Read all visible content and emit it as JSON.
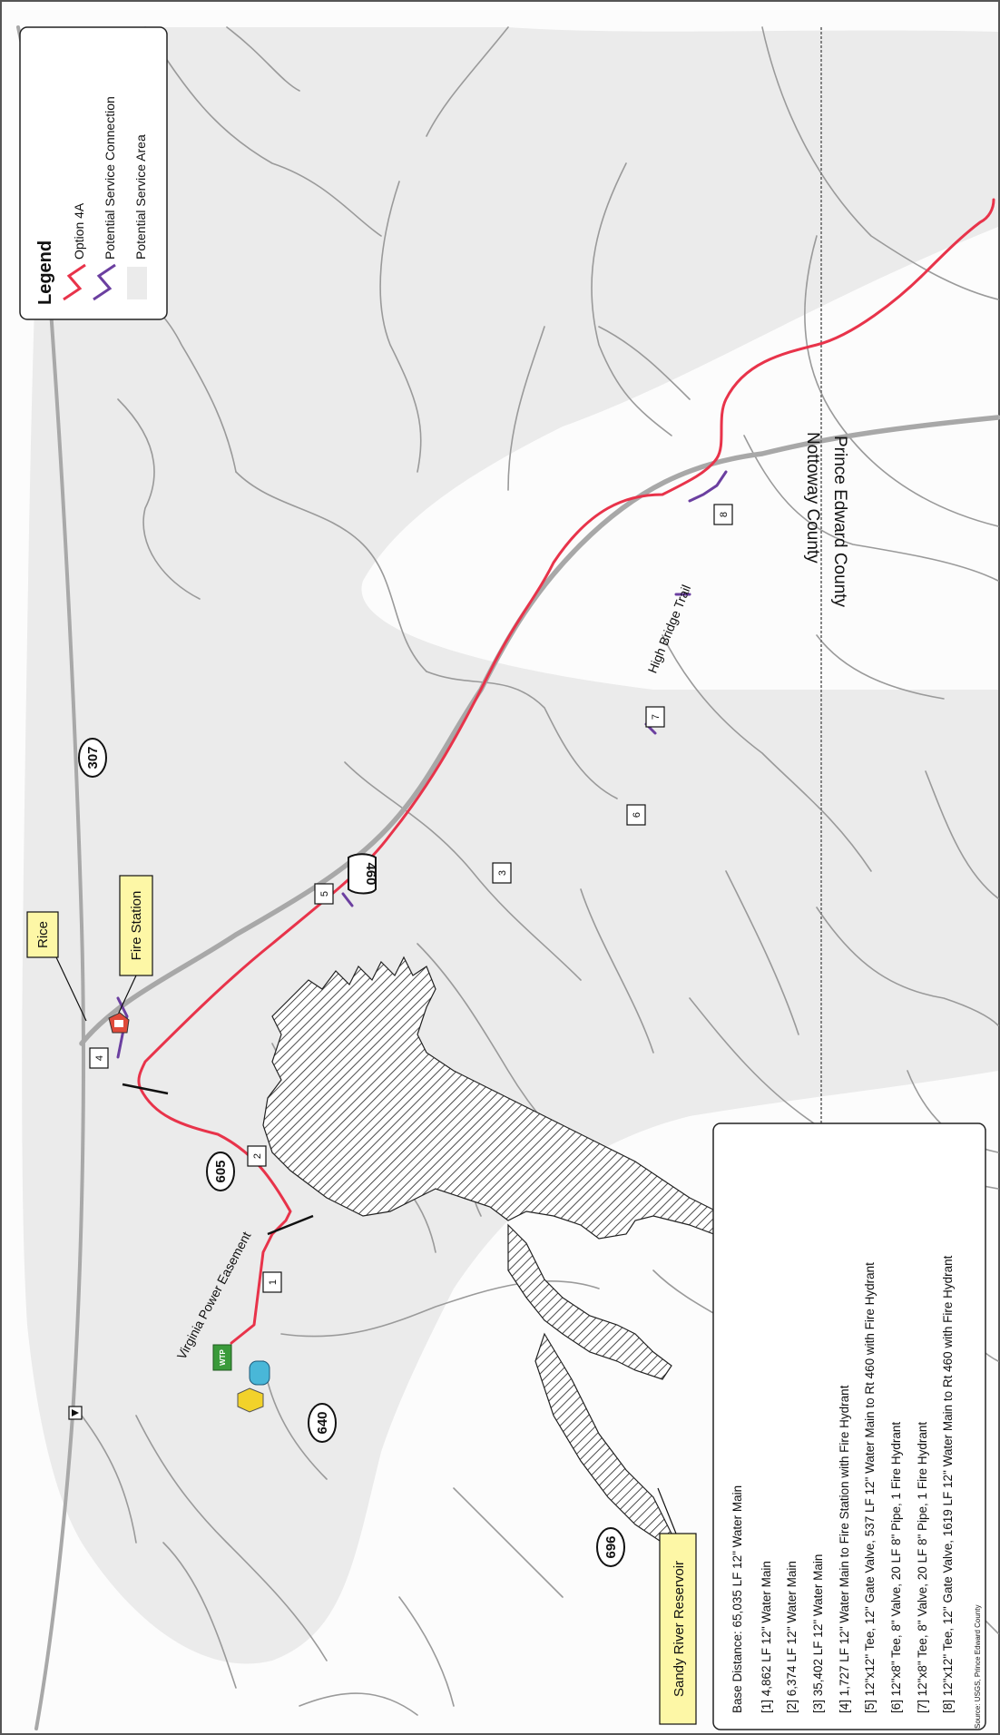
{
  "legend": {
    "title": "Legend",
    "items": [
      {
        "label": "Option 4A",
        "color": "#e8334a",
        "symbol": "line-red"
      },
      {
        "label": "Potential Service Connection",
        "color": "#6b3fa0",
        "symbol": "line-purple"
      },
      {
        "label": "Potential Service Area",
        "color": "#ebebeb",
        "symbol": "area-gray"
      }
    ]
  },
  "counties": {
    "north": "Nottoway County",
    "south": "Prince Edward County"
  },
  "routes": {
    "r307": "307",
    "r460": "460",
    "r605": "605",
    "r640": "640",
    "r696": "696"
  },
  "places": {
    "rice": "Rice",
    "fire_station": "Fire Station",
    "reservoir": "Sandy River Reservoir",
    "high_bridge_trail": "High Bridge Trail",
    "power_easement": "Virginia Power Easement",
    "wtp_badge": "WTP"
  },
  "segments": [
    "1",
    "2",
    "3",
    "4",
    "5",
    "6",
    "7",
    "8"
  ],
  "notes": {
    "base": "Base Distance: 65,035 LF 12\" Water Main",
    "lines": [
      "[1]  4,862 LF 12\" Water Main",
      "[2]  6,374 LF 12\" Water Main",
      "[3]  35,402 LF 12\" Water Main",
      "[4]  1,727 LF 12\" Water Main to Fire Station with Fire Hydrant",
      "[5]  12\"x12\" Tee, 12\" Gate Valve, 537 LF 12\" Water Main to Rt 460 with Fire Hydrant",
      "[6]  12\"x8\" Tee, 8\" Valve, 20 LF 8\" Pipe, 1 Fire Hydrant",
      "[7]  12\"x8\" Tee, 8\" Valve, 20 LF 8\" Pipe, 1 Fire Hydrant",
      "[8]  12\"x12\" Tee, 12\" Gate Valve, 1619 LF 12\" Water Main to Rt 460 with Fire Hydrant"
    ]
  },
  "source": "Source: USGS, Prince Edward County",
  "colors": {
    "option_line": "#e8334a",
    "service_line": "#6b3fa0",
    "service_area": "#ebebeb",
    "road": "#a8a8a8",
    "callout_fill": "#fdf7a6"
  }
}
